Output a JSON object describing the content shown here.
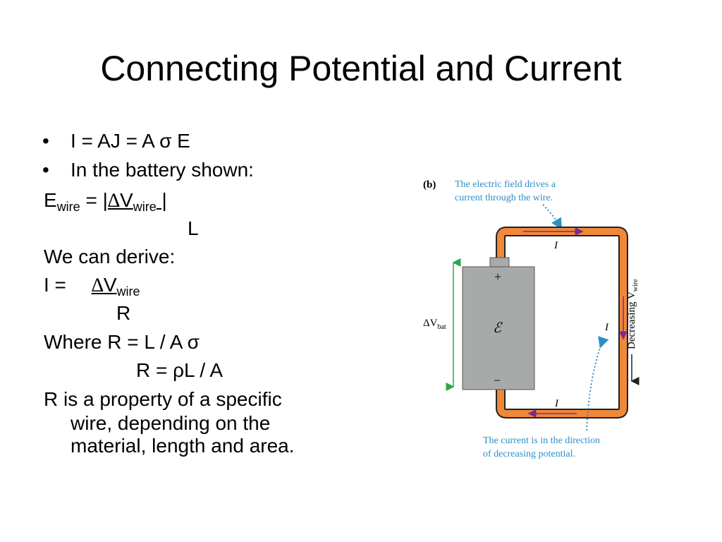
{
  "slide": {
    "title": "Connecting Potential and Current",
    "bullets": [
      "I = AJ = A σ E",
      "In the battery shown:"
    ],
    "ewire": {
      "E": "E",
      "sub": "wire",
      "eq": " = ",
      "bar1": "|",
      "delta": "∆",
      "V": "V",
      "sub2": "wire",
      "bar2": " |",
      "L": "L"
    },
    "derive_label": "We can derive:",
    "i_eq": {
      "lhs": "I = ",
      "delta": "∆",
      "V": "V",
      "sub": "wire",
      "R": "R"
    },
    "where_r": "Where R = L / A σ",
    "r_rho": "R = ρL / A",
    "property": [
      "R is a property of a specific",
      "wire, depending on the",
      "material, length and area."
    ]
  },
  "figure": {
    "panel": "(b)",
    "top_note": [
      "The electric field drives a",
      "current through the wire."
    ],
    "bottom_note": [
      "The current is in the direction",
      "of decreasing potential."
    ],
    "current": "I",
    "delta_v": "ΔV",
    "delta_v_sub": "bat",
    "emf": "ℰ",
    "plus": "+",
    "minus": "−",
    "decreasing": "Decreasing V",
    "decreasing_sub": "wire",
    "colors": {
      "wire": "#f0883a",
      "wire_edge": "#222222",
      "battery": "#a8aaaa",
      "note": "#2f8fc4",
      "green": "#2aa84a",
      "arrow": "#7a2a8a"
    }
  }
}
